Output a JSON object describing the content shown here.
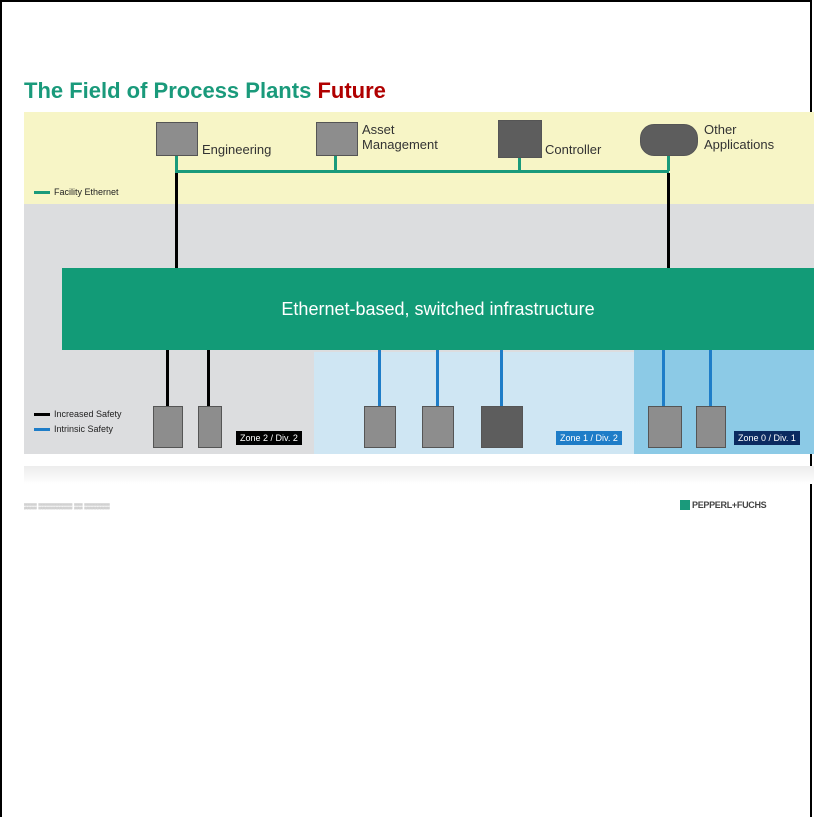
{
  "title": {
    "part1": "The Field of Process Plants",
    "part2": "Future"
  },
  "top_nodes": [
    {
      "label": "Engineering",
      "icon": "laptop-icon"
    },
    {
      "label": "Asset\nManagement",
      "icon": "laptop-icon"
    },
    {
      "label": "Controller",
      "icon": "controller-icon"
    },
    {
      "label": "Other\nApplications",
      "icon": "cloud-icon"
    }
  ],
  "facility_legend": "Facility Ethernet",
  "infrastructure_label": "Ethernet-based, switched infrastructure",
  "safety_legend": {
    "increased": "Increased Safety",
    "intrinsic": "Intrinsic Safety"
  },
  "zones": [
    {
      "label": "Zone 2 / Div. 2",
      "color": "#000000"
    },
    {
      "label": "Zone 1 / Div. 2",
      "color": "#1e7dc8"
    },
    {
      "label": "Zone 0 / Div. 1",
      "color": "#0b2a60"
    }
  ],
  "colors": {
    "teal": "#1a9a7b",
    "future_red": "#b00000",
    "facility_band": "#f7f5c6",
    "zone1_bg": "#cfe6f3",
    "zone0_bg": "#8ccae6"
  },
  "footer": {
    "logo": "PEPPERL+FUCHS"
  }
}
